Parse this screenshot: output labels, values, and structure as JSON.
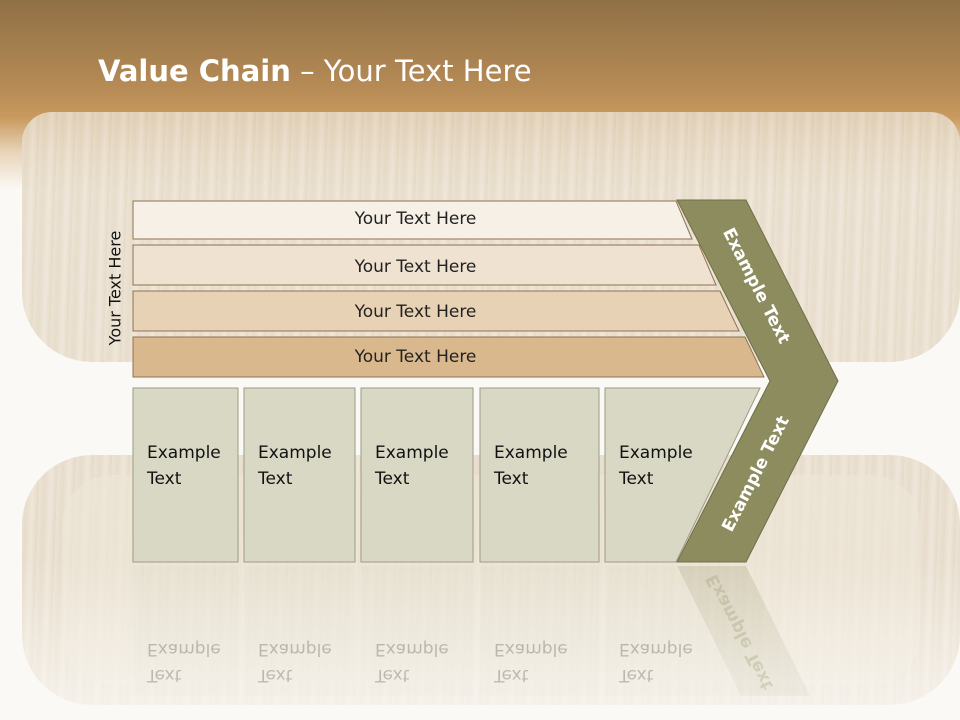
{
  "title": {
    "bold": "Value Chain",
    "rest": " – Your Text Here"
  },
  "side_label": "Your Text Here",
  "rows": [
    {
      "label": "Your Text Here",
      "color": "#f6f0e7"
    },
    {
      "label": "Your Text Here",
      "color": "#efe2d0"
    },
    {
      "label": "Your Text Here",
      "color": "#e8d2b5"
    },
    {
      "label": "Your Text Here",
      "color": "#d9b88e"
    }
  ],
  "boxes": [
    {
      "line1": "Example",
      "line2": "Text"
    },
    {
      "line1": "Example",
      "line2": "Text"
    },
    {
      "line1": "Example",
      "line2": "Text"
    },
    {
      "line1": "Example",
      "line2": "Text"
    },
    {
      "line1": "Example",
      "line2": "Text"
    }
  ],
  "chevron": {
    "upper_label": "Example Text",
    "lower_label": "Example Text",
    "color": "#8c8c5e"
  },
  "colors": {
    "box_fill": "#d8d8c5",
    "box_border": "#9b9b86",
    "row_border": "#8f7250"
  }
}
